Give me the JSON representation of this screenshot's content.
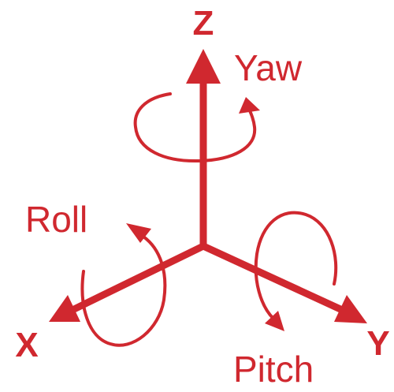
{
  "colors": {
    "accent": "#D0282F",
    "background": "#FFFFFF"
  },
  "axes": {
    "z_label": "Z",
    "x_label": "X",
    "y_label": "Y"
  },
  "rotations": {
    "yaw_label": "Yaw",
    "roll_label": "Roll",
    "pitch_label": "Pitch"
  }
}
